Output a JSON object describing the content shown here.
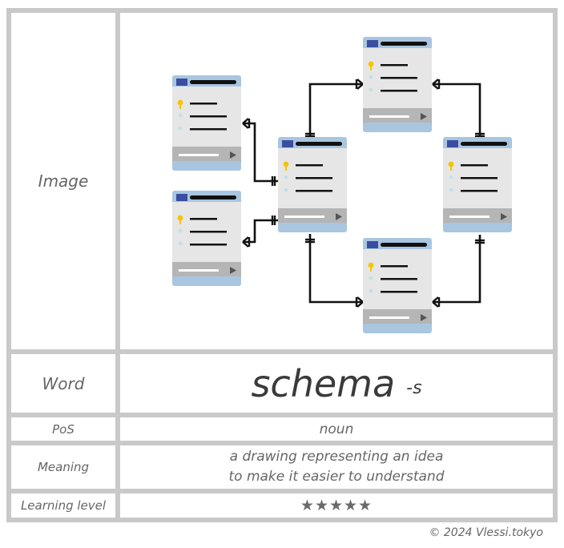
{
  "rows": {
    "image_label": "Image",
    "word_label": "Word",
    "pos_label": "PoS",
    "meaning_label": "Meaning",
    "level_label": "Learning level"
  },
  "word": {
    "main": "schema",
    "suffix": "-s"
  },
  "pos": "noun",
  "meaning": {
    "line1": "a drawing representing an idea",
    "line2": "to make it easier to understand"
  },
  "learning_level": {
    "stars": "★★★★★",
    "rating": 5,
    "max": 5
  },
  "copyright": "© 2024 Vlessi.tokyo",
  "colors": {
    "grid": "#c9c9c9",
    "table_header": "#a9c6e0",
    "table_body": "#e6e6e6",
    "table_footer": "#b5b5b5",
    "title_square": "#3b4da1",
    "key_icon": "#f5c400",
    "connector": "#111111"
  }
}
